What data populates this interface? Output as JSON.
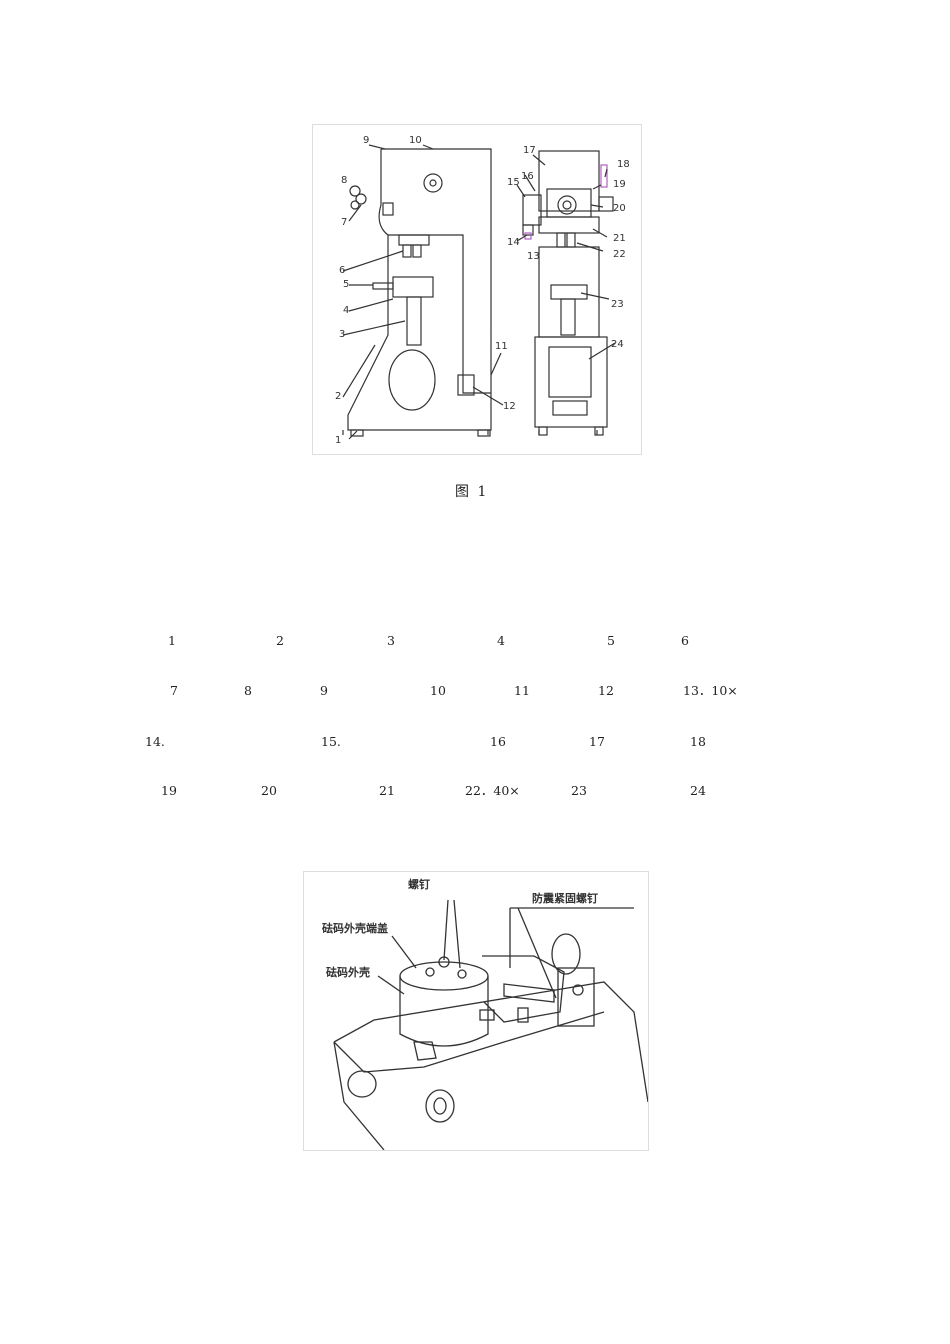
{
  "figure1": {
    "callouts": [
      "1",
      "2",
      "3",
      "4",
      "5",
      "6",
      "7",
      "8",
      "9",
      "10",
      "11",
      "12",
      "13",
      "14",
      "15",
      "16",
      "17",
      "18",
      "19",
      "20",
      "21",
      "22",
      "23",
      "24"
    ]
  },
  "caption": "图 1",
  "legend": [
    [
      "1　　　　　",
      "2　　　　　",
      "3　　　　　",
      "4　　　　　",
      "5　　　",
      "6　　　　"
    ],
    [
      "7　　　",
      "8　　　",
      "9　　　　　",
      "10　　　",
      "11　　　",
      "12　　　",
      "13．10×　　"
    ],
    [
      "14.　　　　　　　",
      "15.　　　　　　　",
      "16　　　　",
      "17　　　　",
      "18　　　　　"
    ],
    [
      "19　　　　",
      "20　　　　　",
      "21　　　",
      "22．40×　　",
      "23　　　　　",
      "24　　　　　"
    ]
  ],
  "figure2": {
    "labels": {
      "screw": "螺钉",
      "cap": "砝码外壳端盖",
      "shell": "砝码外壳",
      "antishock": "防震紧固螺钉"
    }
  }
}
